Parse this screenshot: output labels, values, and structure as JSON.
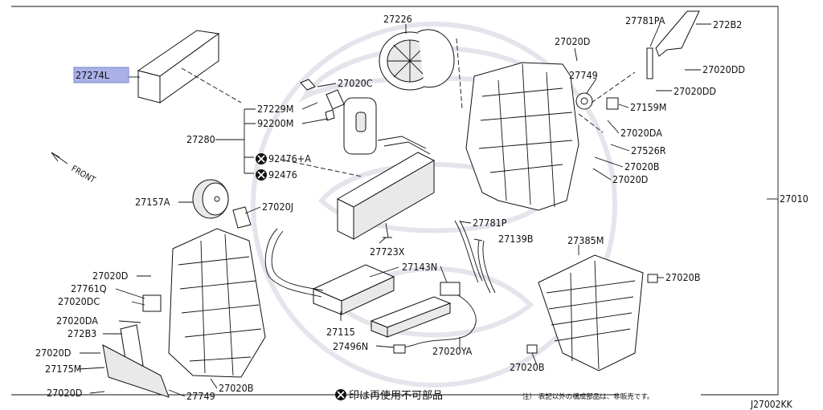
{
  "diagram_code": "J27002KK",
  "front_label": "FRONT",
  "note_legend": "印は再使用不可部品",
  "note_footer": "注） 表記以外の構成部品は、非販売です。",
  "highlight_color": "#aab1e8",
  "parts": {
    "p27274L": "27274L",
    "p27226": "27226",
    "p27020C": "27020C",
    "p27229M": "27229M",
    "p92200M": "92200M",
    "p27280": "27280",
    "p92476A": "92476+A",
    "p92476": "92476",
    "p27157A": "27157A",
    "p27020J": "27020J",
    "p27723X": "27723X",
    "p27143N": "27143N",
    "p27115": "27115",
    "p27496N": "27496N",
    "p27020YA": "27020YA",
    "p27781PA": "27781PA",
    "p272B2": "272B2",
    "p27020D_a": "27020D",
    "p27020DD_a": "27020DD",
    "p27749_a": "27749",
    "p27020DD_b": "27020DD",
    "p27159M": "27159M",
    "p27020DA_a": "27020DA",
    "p27526R": "27526R",
    "p27020B_a": "27020B",
    "p27020D_b": "27020D",
    "p27010": "27010",
    "p27781P": "27781P",
    "p27139B": "27139B",
    "p27385M": "27385M",
    "p27020B_b": "27020B",
    "p27020B_c": "27020B",
    "p27020D_c": "27020D",
    "p27761Q": "27761Q",
    "p27020DC": "27020DC",
    "p27020DA_b": "27020DA",
    "p272B3": "272B3",
    "p27020D_d": "27020D",
    "p27175M": "27175M",
    "p27020D_e": "27020D",
    "p27749_b": "27749",
    "p27020B_d": "27020B"
  }
}
